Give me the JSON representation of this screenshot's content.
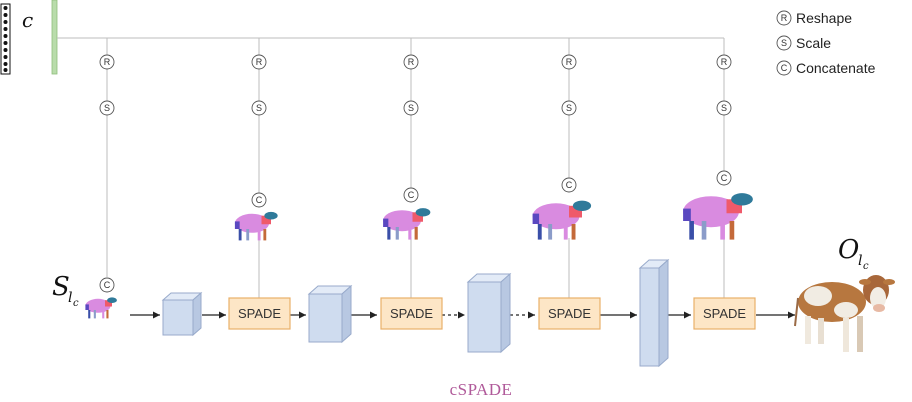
{
  "vector_label": "c",
  "input_label": {
    "main": "S",
    "sub1": "l",
    "sub2": "c"
  },
  "output_label": {
    "main": "O",
    "sub1": "l",
    "sub2": "c"
  },
  "legend": [
    {
      "symbol": "R",
      "label": "Reshape"
    },
    {
      "symbol": "S",
      "label": "Scale"
    },
    {
      "symbol": "C",
      "label": "Concatenate"
    }
  ],
  "op_symbols": {
    "reshape": "R",
    "scale": "S",
    "concat": "C"
  },
  "spade_blocks": [
    "SPADE",
    "SPADE",
    "SPADE",
    "SPADE"
  ],
  "caption": "cSPADE",
  "colors": {
    "cube_face": "#cfdcef",
    "cube_edge": "#98aacb",
    "spade_fill": "#fde6c6",
    "spade_edge": "#e9b06a",
    "caption": "#b05a9a",
    "vector_bar": "#b9dcab"
  }
}
